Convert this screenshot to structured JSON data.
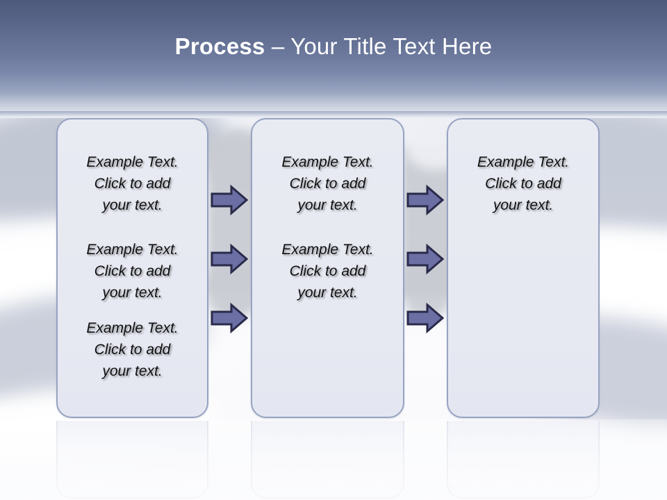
{
  "slide": {
    "title": {
      "bold_part": "Process",
      "rest_part": " – Your Title Text Here"
    },
    "theme": {
      "header_top_color": "#4e5a7c",
      "header_bottom_color": "#e9ecf3",
      "box_fill_color": "#e8eaf2",
      "box_border_color": "#97a3c1",
      "arrow_fill_color": "#6b6fa4",
      "arrow_outline_color": "#2a2a4a",
      "title_text_color": "#ffffff",
      "body_text_color": "#101010"
    },
    "boxes": [
      {
        "name": "process-box-1",
        "texts": [
          "Example Text.\nClick  to add\nyour text.",
          "Example Text.\nClick  to add\nyour text.",
          "Example Text.\nClick  to add\nyour text."
        ]
      },
      {
        "name": "process-box-2",
        "texts": [
          "Example Text.\nClick  to add\nyour text.",
          "Example Text.\nClick  to add\nyour text."
        ]
      },
      {
        "name": "process-box-3",
        "texts": [
          "Example Text.\nClick  to add\nyour text."
        ]
      }
    ],
    "arrow_groups": [
      {
        "name": "arrow-group-1",
        "count": 3,
        "direction": "right"
      },
      {
        "name": "arrow-group-2",
        "count": 3,
        "direction": "right"
      }
    ]
  }
}
